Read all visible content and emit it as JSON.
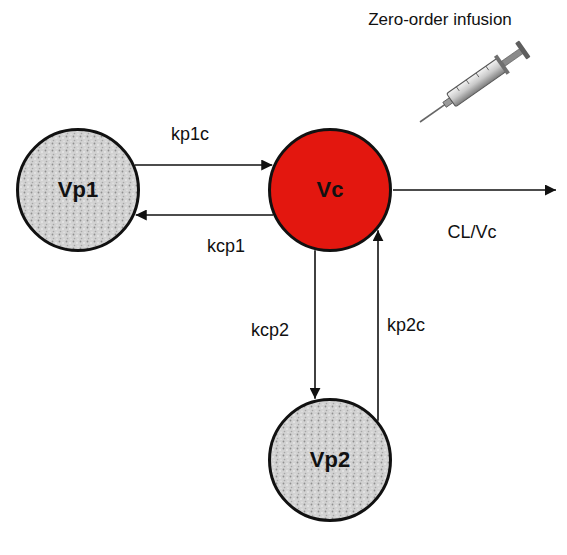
{
  "diagram": {
    "nodes": [
      {
        "text": [
          "Vp1"
        ]
      },
      {
        "text": [
          "Vc"
        ]
      },
      {
        "text": [
          "Vp2"
        ]
      }
    ],
    "edges": [
      {
        "from": 0,
        "to": 1,
        "arrow": "to",
        "label": "kp1c"
      },
      {
        "from": 1,
        "to": 0,
        "arrow": "to",
        "label": "kcp1"
      },
      {
        "from": 1,
        "to": 2,
        "arrow": "to",
        "label": "kcp2"
      },
      {
        "from": 2,
        "to": 1,
        "arrow": "to",
        "label": "kp2c"
      }
    ],
    "labels": [
      "Zero-order infusion",
      "CL/Vc"
    ]
  }
}
